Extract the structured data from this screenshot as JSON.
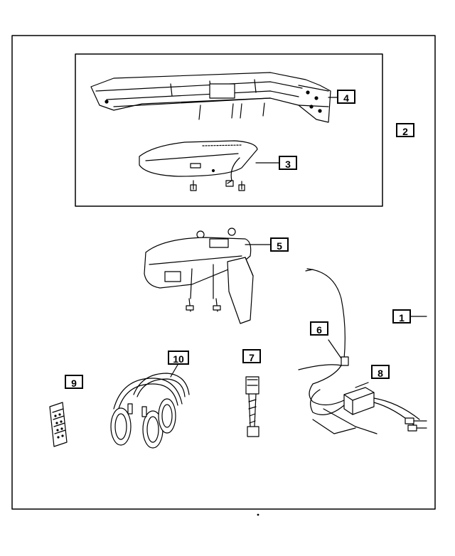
{
  "diagram": {
    "callouts": [
      {
        "id": "1",
        "label": "1"
      },
      {
        "id": "2",
        "label": "2"
      },
      {
        "id": "3",
        "label": "3"
      },
      {
        "id": "4",
        "label": "4"
      },
      {
        "id": "5",
        "label": "5"
      },
      {
        "id": "6",
        "label": "6"
      },
      {
        "id": "7",
        "label": "7"
      },
      {
        "id": "8",
        "label": "8"
      },
      {
        "id": "9",
        "label": "9"
      },
      {
        "id": "10",
        "label": "10"
      }
    ],
    "parts": [
      {
        "name": "mounting-rail",
        "callout": "4"
      },
      {
        "name": "mounting-bracket",
        "callout": "3"
      },
      {
        "name": "dvd-monitor",
        "callout": "5"
      },
      {
        "name": "wiring-cable",
        "callout": "6"
      },
      {
        "name": "jumper-harness",
        "callout": "7"
      },
      {
        "name": "adapter-module",
        "callout": "8"
      },
      {
        "name": "remote-control",
        "callout": "9"
      },
      {
        "name": "headphones",
        "callout": "10"
      }
    ],
    "colors": {
      "line": "#000000",
      "background": "#ffffff"
    }
  }
}
